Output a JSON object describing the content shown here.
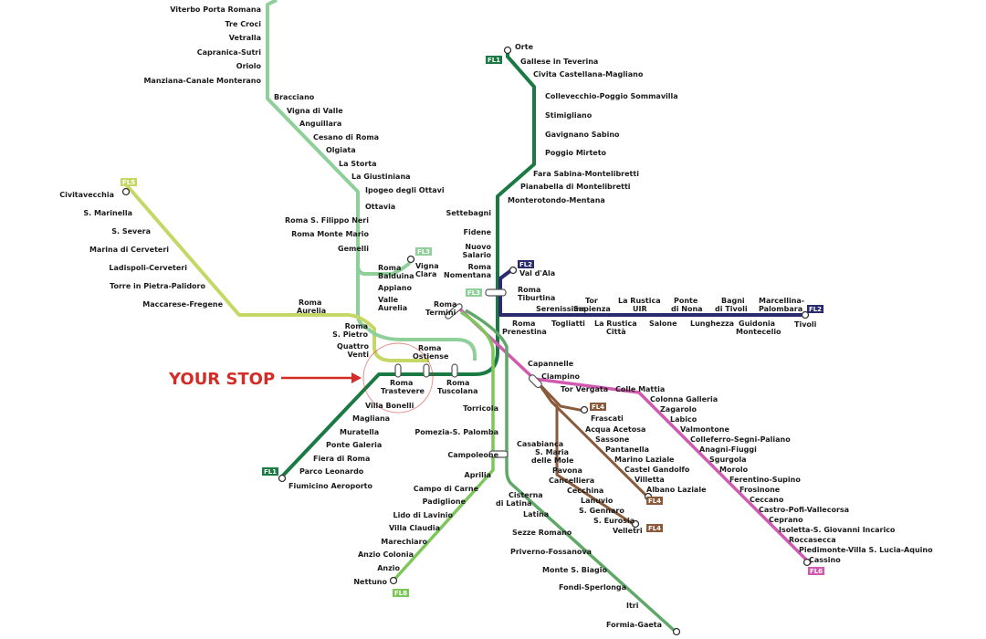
{
  "callout": {
    "label": "YOUR STOP",
    "color": "#d42d27"
  },
  "colors": {
    "fl1": "#1b7a43",
    "fl2": "#2a2a6e",
    "fl3": "#8fcf9a",
    "fl4": "#8a5a3a",
    "fl5": "#c7d766",
    "fl6": "#d15ab0",
    "fl7": "#5fa868",
    "fl8": "#7dc65a"
  },
  "lines": {
    "fl1": "FL1",
    "fl2": "FL2",
    "fl3": "FL3",
    "fl4": "FL4",
    "fl5": "FL5",
    "fl6": "FL6",
    "fl8": "FL8"
  },
  "stations": {
    "viterbo_porta_romana": "Viterbo Porta Romana",
    "tre_croci": "Tre Croci",
    "vetralla": "Vetralla",
    "capranica_sutri": "Capranica-Sutri",
    "oriolo": "Oriolo",
    "manziana": "Manziana-Canale Monterano",
    "bracciano": "Bracciano",
    "vigna_di_valle": "Vigna di Valle",
    "anguillara": "Anguillara",
    "cesano": "Cesano di Roma",
    "olgiata": "Olgiata",
    "la_storta": "La Storta",
    "la_giustiniana": "La Giustiniana",
    "ipogeo": "Ipogeo degli Ottavi",
    "ottavia": "Ottavia",
    "s_filippo_neri": "Roma S. Filippo Neri",
    "monte_mario": "Roma Monte Mario",
    "gemelli": "Gemelli",
    "balduina_1": "Roma",
    "balduina_2": "Balduina",
    "vigna_clara_1": "Vigna",
    "vigna_clara_2": "Clara",
    "appiano": "Appiano",
    "valle_aurelia_1": "Valle",
    "valle_aurelia_2": "Aurelia",
    "civitavecchia": "Civitavecchia",
    "s_marinella": "S. Marinella",
    "s_severa": "S. Severa",
    "marina_cerveteri": "Marina di Cerveteri",
    "ladispoli": "Ladispoli-Cerveteri",
    "torre_pietra": "Torre in Pietra-Palidoro",
    "maccarese": "Maccarese-Fregene",
    "aurelia_1": "Roma",
    "aurelia_2": "Aurelia",
    "s_pietro_1": "Roma",
    "s_pietro_2": "S. Pietro",
    "quattro_venti_1": "Quattro",
    "quattro_venti_2": "Venti",
    "ostiense_1": "Roma",
    "ostiense_2": "Ostiense",
    "trastevere_1": "Roma",
    "trastevere_2": "Trastevere",
    "tuscolana_1": "Roma",
    "tuscolana_2": "Tuscolana",
    "villa_bonelli": "Villa Bonelli",
    "magliana": "Magliana",
    "muratella": "Muratella",
    "ponte_galeria": "Ponte Galeria",
    "fiera_di_roma": "Fiera di Roma",
    "parco_leonardo": "Parco Leonardo",
    "fiumicino": "Fiumicino Aeroporto",
    "orte": "Orte",
    "gallese": "Gallese in Teverina",
    "civita_castellana": "Civita Castellana-Magliano",
    "collevecchio": "Collevecchio-Poggio Sommavilla",
    "stimigliano": "Stimigliano",
    "gavignano": "Gavignano Sabino",
    "poggio_mirteto": "Poggio Mirteto",
    "fara_sabina": "Fara Sabina-Montelibretti",
    "piana_bella": "Pianabella di Montelibretti",
    "monterotondo": "Monterotondo-Mentana",
    "settebagni": "Settebagni",
    "fidene": "Fidene",
    "nuovo_salario_1": "Nuovo",
    "nuovo_salario_2": "Salario",
    "nomentana_1": "Roma",
    "nomentana_2": "Nomentana",
    "tiburtina_1": "Roma",
    "tiburtina_2": "Tiburtina",
    "val_d_ala": "Val d'Ala",
    "termini_1": "Roma",
    "termini_2": "Termini",
    "prenestina_1": "Roma",
    "prenestina_2": "Prenestina",
    "serenissima": "Serenissima",
    "togliatti": "Togliatti",
    "tor_sapienza_1": "Tor",
    "tor_sapienza_2": "Sapienza",
    "rustica_citta_1": "La Rustica",
    "rustica_citta_2": "Città",
    "rustica_uir_1": "La Rustica",
    "rustica_uir_2": "UIR",
    "salone": "Salone",
    "ponte_di_nona_1": "Ponte",
    "ponte_di_nona_2": "di Nona",
    "lunghezza": "Lunghezza",
    "bagni_tivoli_1": "Bagni",
    "bagni_tivoli_2": "di Tivoli",
    "guidonia_1": "Guidonia",
    "guidonia_2": "Montecelio",
    "marcellina_1": "Marcellina-",
    "marcellina_2": "Palombara",
    "tivoli": "Tivoli",
    "capannelle": "Capannelle",
    "ciampino": "Ciampino",
    "tor_vergata": "Tor Vergata",
    "colle_mattia": "Colle Mattia",
    "colonna_galleria": "Colonna Galleria",
    "zagarolo": "Zagarolo",
    "labico": "Labico",
    "valmontone": "Valmontone",
    "colleferro": "Colleferro-Segni-Paliano",
    "anagni": "Anagni-Fiuggi",
    "sgurgola": "Sgurgola",
    "morolo": "Morolo",
    "ferentino": "Ferentino-Supino",
    "frosinone": "Frosinone",
    "ceccano": "Ceccano",
    "castro_pofi": "Castro-Pofi-Vallecorsa",
    "ceprano": "Ceprano",
    "isoletta": "Isoletta-S. Giovanni Incarico",
    "roccasecca": "Roccasecca",
    "piedimonte": "Piedimonte-Villa S. Lucia-Aquino",
    "cassino": "Cassino",
    "frascati": "Frascati",
    "acqua_acetosa": "Acqua Acetosa",
    "sassone": "Sassone",
    "pantanella": "Pantanella",
    "marino_laziale": "Marino Laziale",
    "castel_gandolfo": "Castel Gandolfo",
    "villetta": "Villetta",
    "albano": "Albano Laziale",
    "casabianca": "Casabianca",
    "s_maria_mole_1": "S. Maria",
    "s_maria_mole_2": "delle Mole",
    "pavona": "Pavona",
    "cancelliera": "Cancelliera",
    "cecchina": "Cecchina",
    "lanuvio": "Lanuvio",
    "s_gennaro": "S. Gennaro",
    "s_eurosia": "S. Eurosia",
    "velletri": "Velletri",
    "torricola": "Torricola",
    "pomezia": "Pomezia-S. Palomba",
    "campoleone": "Campoleone",
    "aprilia": "Aprilia",
    "campo_di_carne": "Campo di Carne",
    "padiglione": "Padiglione",
    "lido_di_lavinio": "Lido di Lavinio",
    "villa_claudia": "Villa Claudia",
    "marechiaro": "Marechiaro",
    "anzio_colonia": "Anzio Colonia",
    "anzio": "Anzio",
    "nettuno": "Nettuno",
    "cisterna_1": "Cisterna",
    "cisterna_2": "di Latina",
    "latina": "Latina",
    "sezze_romano": "Sezze Romano",
    "priverno": "Priverno-Fossanova",
    "monte_s_biagio": "Monte S. Biagio",
    "fondi": "Fondi-Sperlonga",
    "itri": "Itri",
    "formia": "Formia-Gaeta"
  }
}
